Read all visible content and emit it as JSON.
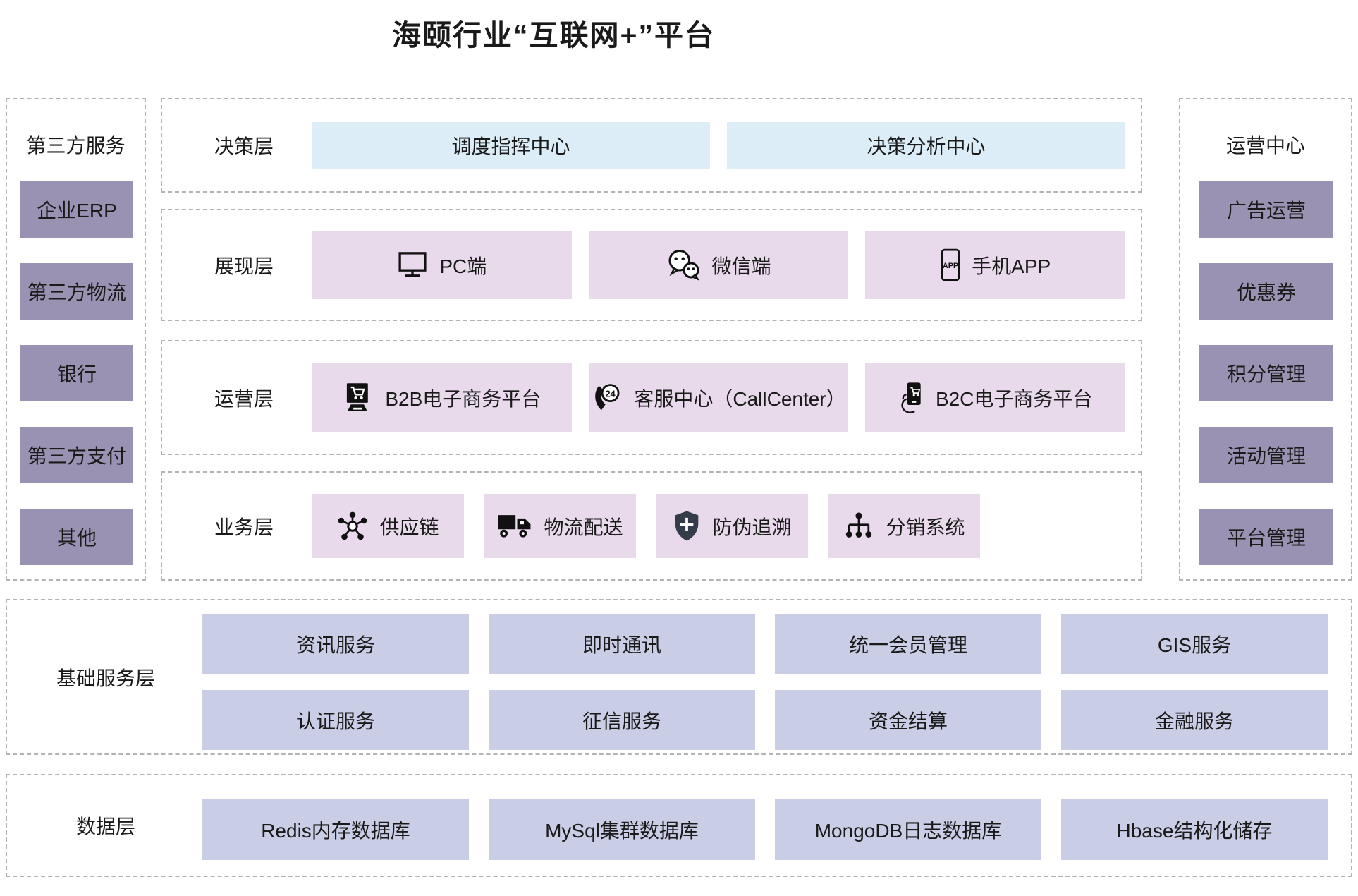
{
  "title": "海颐行业“互联网+”平台",
  "left_column": {
    "header": "第三方服务",
    "items": [
      "企业ERP",
      "第三方物流",
      "银行",
      "第三方支付",
      "其他"
    ]
  },
  "right_column": {
    "header": "运营中心",
    "items": [
      "广告运营",
      "优惠券",
      "积分管理",
      "活动管理",
      "平台管理"
    ]
  },
  "layers": [
    {
      "label": "决策层",
      "items": [
        {
          "text": "调度指挥中心"
        },
        {
          "text": "决策分析中心"
        }
      ]
    },
    {
      "label": "展现层",
      "items": [
        {
          "icon": "pc-monitor",
          "text": "PC端"
        },
        {
          "icon": "wechat",
          "text": "微信端"
        },
        {
          "icon": "mobile-app",
          "text": "手机APP"
        }
      ]
    },
    {
      "label": "运营层",
      "items": [
        {
          "icon": "b2b-commerce",
          "text": "B2B电子商务平台"
        },
        {
          "icon": "call-center-24",
          "text": "客服中心（CallCenter）"
        },
        {
          "icon": "b2c-commerce",
          "text": "B2C电子商务平台"
        }
      ]
    },
    {
      "label": "业务层",
      "items": [
        {
          "icon": "supply-chain-network",
          "text": "供应链"
        },
        {
          "icon": "delivery-truck",
          "text": "物流配送"
        },
        {
          "icon": "security-shield",
          "text": "防伪追溯"
        },
        {
          "icon": "distribution-tree",
          "text": "分销系统"
        }
      ]
    }
  ],
  "base_services": {
    "label": "基础服务层",
    "row1": [
      "资讯服务",
      "即时通讯",
      "统一会员管理",
      "GIS服务"
    ],
    "row2": [
      "认证服务",
      "征信服务",
      "资金结算",
      "金融服务"
    ]
  },
  "data_layer": {
    "label": "数据层",
    "items": [
      "Redis内存数据库",
      "MySql集群数据库",
      "MongoDB日志数据库",
      "Hbase结构化储存"
    ]
  },
  "colors": {
    "deep_purple": "#9a92b2",
    "light_blue": "#dcedf8",
    "light_pink": "#e8d9eb",
    "periwinkle": "#c9cde5",
    "shield_dark": "#343b49",
    "border_gray": "#b3b3b3",
    "text": "#1a1a1a"
  }
}
